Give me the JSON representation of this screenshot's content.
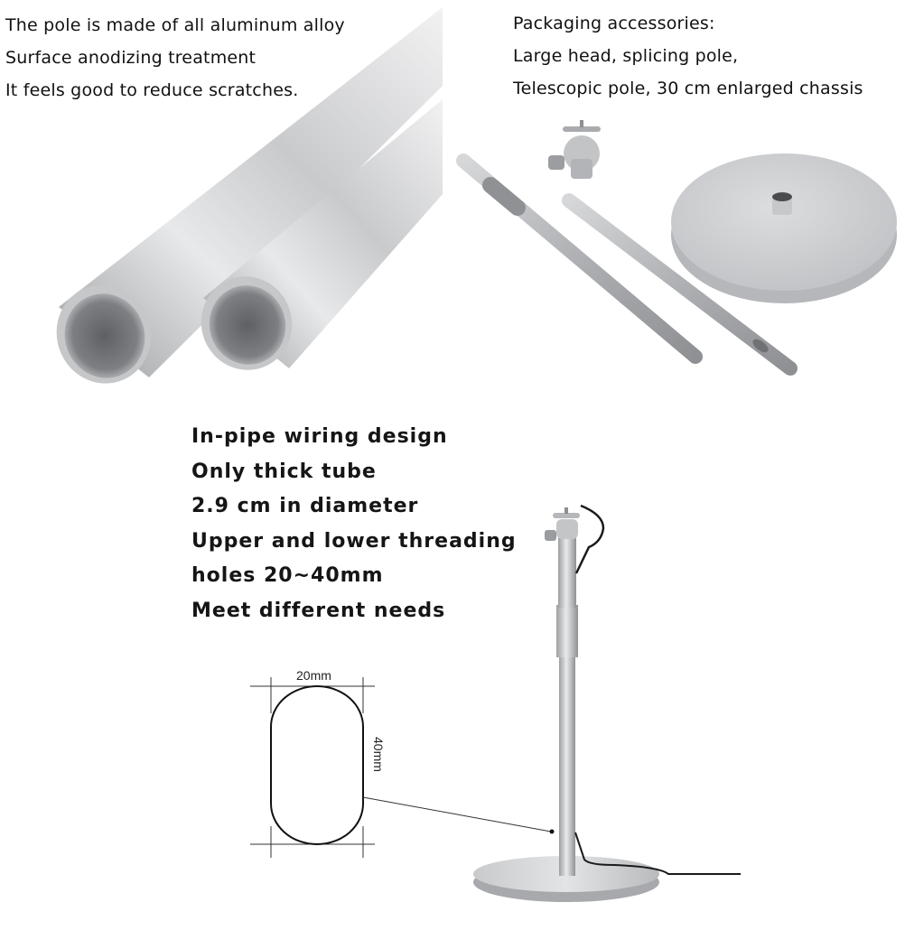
{
  "top_left": {
    "lines": [
      "The pole is made of all aluminum alloy",
      "Surface anodizing treatment",
      "It feels good to reduce scratches."
    ],
    "image": "aluminum-tubes-photo"
  },
  "top_right": {
    "lines": [
      "Packaging accessories:",
      "Large head, splicing pole,",
      "Telescopic pole, 30 cm enlarged chassis"
    ],
    "image": "accessories-photo"
  },
  "bottom": {
    "lines": [
      "In-pipe wiring design",
      "Only thick tube",
      "2.9 cm in diameter",
      "Upper and lower threading",
      "holes 20~40mm",
      "Meet different needs"
    ],
    "diagram": {
      "width_label": "20mm",
      "height_label": "40mm"
    },
    "image": "assembled-stand-photo"
  },
  "colors": {
    "text": "#111111",
    "aluminum_light": "#e4e5e7",
    "aluminum_mid": "#b9bbbe",
    "aluminum_dark": "#7b7d81",
    "cable": "#1a1a1a"
  }
}
